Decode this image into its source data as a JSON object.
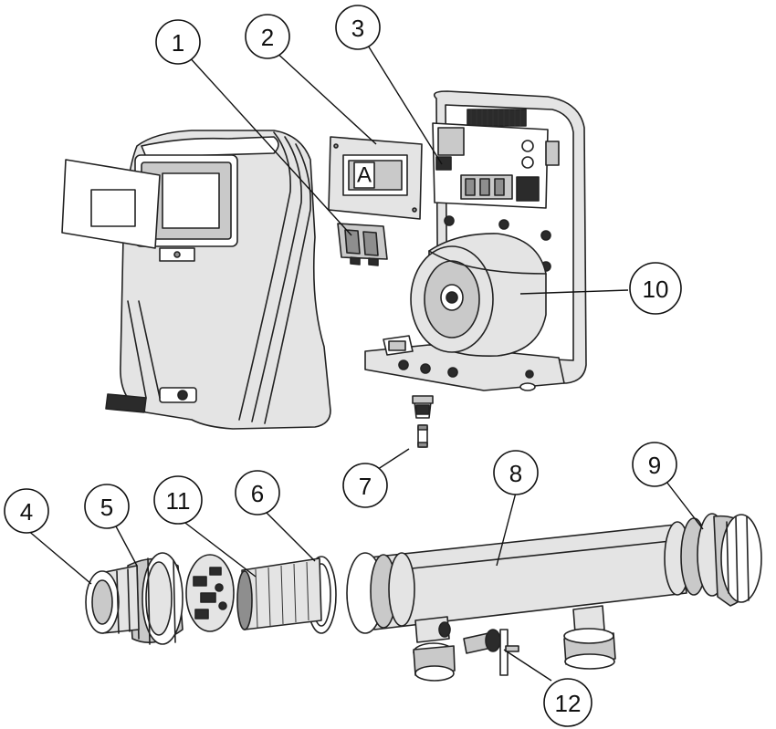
{
  "callouts": [
    {
      "id": "1",
      "label": "1"
    },
    {
      "id": "2",
      "label": "2"
    },
    {
      "id": "3",
      "label": "3"
    },
    {
      "id": "4",
      "label": "4"
    },
    {
      "id": "5",
      "label": "5"
    },
    {
      "id": "6",
      "label": "6"
    },
    {
      "id": "7",
      "label": "7"
    },
    {
      "id": "8",
      "label": "8"
    },
    {
      "id": "9",
      "label": "9"
    },
    {
      "id": "10",
      "label": "10"
    },
    {
      "id": "11",
      "label": "11"
    },
    {
      "id": "12",
      "label": "12"
    }
  ],
  "display_board": {
    "screen_letter": "A"
  }
}
